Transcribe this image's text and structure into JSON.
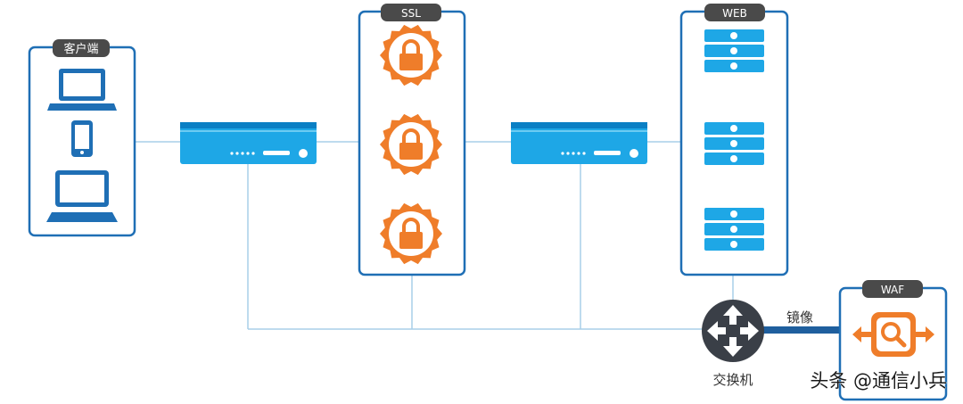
{
  "labels": {
    "client": "客户端",
    "ssl": "SSL",
    "web": "WEB",
    "waf": "WAF",
    "switch": "交换机",
    "mirror": "镜像"
  },
  "watermark": "头条 @通信小兵",
  "colors": {
    "frame": "#1f6fb5",
    "device_blue": "#1ea7e6",
    "device_dark": "#0a7fc4",
    "orange": "#ef7d2a",
    "link_line": "#a9cfe8",
    "switch_dark": "#3a3f47",
    "mirror_link": "#1f5f9e",
    "tag_bg": "#4a4a4a"
  },
  "icons": {
    "laptop": "laptop-icon",
    "phone": "phone-icon",
    "desktop": "desktop-icon",
    "lock": "lock-icon",
    "server": "server-icon",
    "switch": "switch-icon",
    "magnifier": "search-icon"
  }
}
